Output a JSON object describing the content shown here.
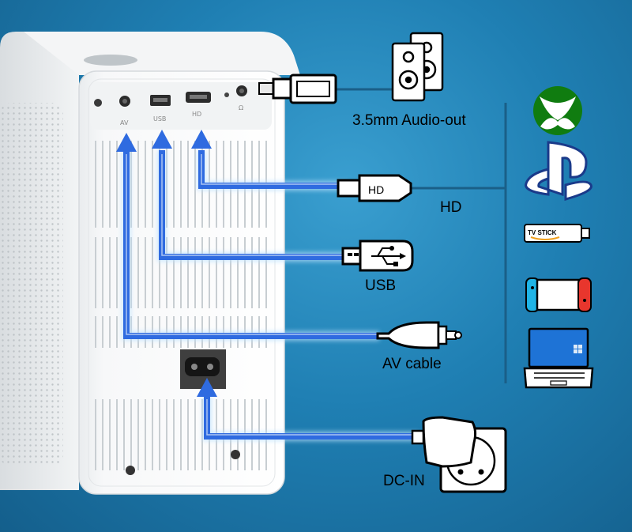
{
  "labels": {
    "audio_out": "3.5mm Audio-out",
    "hd": "HD",
    "usb": "USB",
    "av_cable": "AV cable",
    "dc_in": "DC-IN"
  },
  "port_labels": {
    "av": "AV",
    "usb": "USB",
    "hd": "HD"
  },
  "connectors": {
    "hd_plug": "HD",
    "tv_stick": "TV STICK"
  },
  "devices": [
    "xbox-icon",
    "playstation-icon",
    "tv-stick-icon",
    "switch-console-icon",
    "laptop-icon",
    "speakers-icon"
  ],
  "colors": {
    "background": "#1f7fb3",
    "arrow": "#2f6be0",
    "xbox": "#107c10",
    "playstation": "#1a3a8a",
    "switch_left": "#1fb4e6",
    "switch_right": "#e8362d",
    "laptop_screen": "#1e73d6"
  }
}
